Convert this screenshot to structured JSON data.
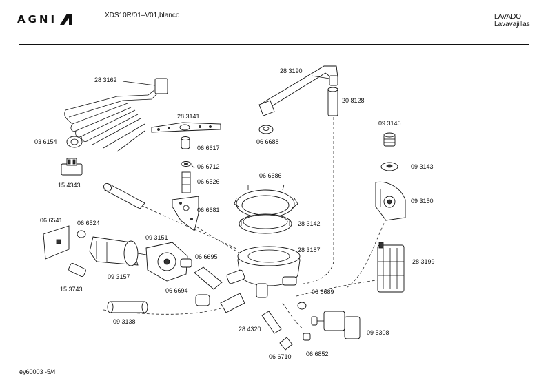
{
  "header": {
    "brand": "AGNI",
    "model": "XDS10R/01–V01,blanco",
    "category_line1": "LAVADO",
    "category_line2": "Lavavajillas"
  },
  "footer": {
    "code": "ey60003  -5/4"
  },
  "parts": [
    {
      "id": "p1",
      "label": "28 3162"
    },
    {
      "id": "p2",
      "label": "03 6154"
    },
    {
      "id": "p3",
      "label": "15 4343"
    },
    {
      "id": "p4",
      "label": "28 3141"
    },
    {
      "id": "p5",
      "label": "06 6617"
    },
    {
      "id": "p6",
      "label": "06 6712"
    },
    {
      "id": "p7",
      "label": "06 6526"
    },
    {
      "id": "p8",
      "label": "06 6681"
    },
    {
      "id": "p9",
      "label": "28 3190"
    },
    {
      "id": "p10",
      "label": "20 8128"
    },
    {
      "id": "p11",
      "label": "06 6688"
    },
    {
      "id": "p12",
      "label": "06 6686"
    },
    {
      "id": "p13",
      "label": "28 3142"
    },
    {
      "id": "p14",
      "label": "28 3187"
    },
    {
      "id": "p15",
      "label": "09 3146"
    },
    {
      "id": "p16",
      "label": "09 3143"
    },
    {
      "id": "p17",
      "label": "09 3150"
    },
    {
      "id": "p18",
      "label": "28 3199"
    },
    {
      "id": "p19",
      "label": "06 6541"
    },
    {
      "id": "p20",
      "label": "06 6524"
    },
    {
      "id": "p21",
      "label": "09 3151"
    },
    {
      "id": "p22",
      "label": "09 3157"
    },
    {
      "id": "p23",
      "label": "15 3743"
    },
    {
      "id": "p24",
      "label": "06 6695"
    },
    {
      "id": "p25",
      "label": "06 6694"
    },
    {
      "id": "p26",
      "label": "09 3138"
    },
    {
      "id": "p27",
      "label": "06 6689"
    },
    {
      "id": "p28",
      "label": "28 4320"
    },
    {
      "id": "p29",
      "label": "09 5308"
    },
    {
      "id": "p30",
      "label": "06 6710"
    },
    {
      "id": "p31",
      "label": "06 6852"
    }
  ]
}
